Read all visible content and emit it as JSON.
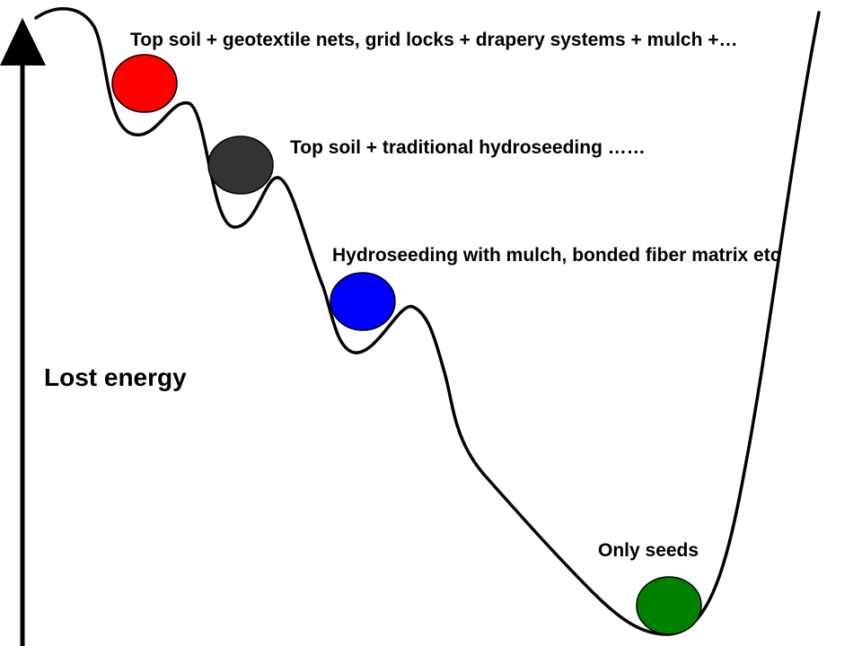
{
  "axis": {
    "label": "Lost energy"
  },
  "colors": {
    "line": "#000000",
    "ball_outline": "#000000"
  },
  "steps": [
    {
      "label": "Top soil + geotextile nets, grid locks + drapery systems + mulch +…",
      "color": "#ff0000"
    },
    {
      "label": "Top soil + traditional hydroseeding ……",
      "color": "#333333"
    },
    {
      "label": "Hydroseeding with mulch, bonded fiber matrix etc",
      "color": "#0000ff"
    },
    {
      "label": "Only seeds",
      "color": "#008000"
    }
  ]
}
